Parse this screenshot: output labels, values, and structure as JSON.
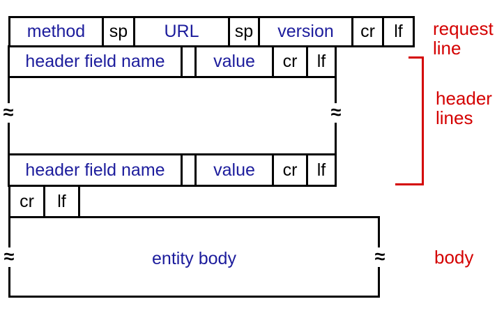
{
  "colors": {
    "field_text_blue": "#1c1c9c",
    "annotation_red": "#d40000",
    "line_black": "#000000",
    "background": "#ffffff"
  },
  "symbols": {
    "break_squiggle": "≈"
  },
  "request_line": {
    "cells": [
      "method",
      "sp",
      "URL",
      "sp",
      "version",
      "cr",
      "lf"
    ],
    "annotation": "request line"
  },
  "header_line": {
    "cells": [
      "header field name",
      "",
      "value",
      "cr",
      "lf"
    ]
  },
  "header_section": {
    "annotation": "header lines"
  },
  "blank_line": {
    "cells": [
      "cr",
      "lf"
    ]
  },
  "body_section": {
    "entity_label": "entity body",
    "annotation": "body"
  }
}
